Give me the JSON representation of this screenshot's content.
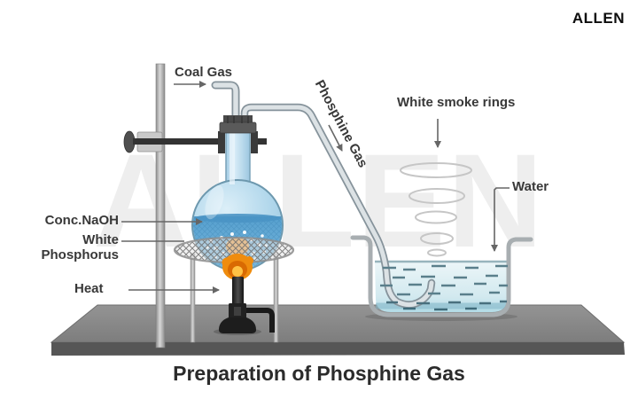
{
  "brand": {
    "logo_text": "ALLEN",
    "watermark_text": "ALLEN"
  },
  "diagram": {
    "title": "Preparation of Phosphine Gas",
    "labels": {
      "coal_gas": "Coal Gas",
      "phosphine_gas": "Phosphine Gas",
      "white_smoke_rings": "White smoke rings",
      "water": "Water",
      "conc_naoh": "Conc.NaOH",
      "white_phosphorus_line1": "White",
      "white_phosphorus_line2": "Phosphorus",
      "heat": "Heat"
    },
    "colors": {
      "liquid_blue": "#5ea8d4",
      "flask_tint": "#aed4ea",
      "flame_orange": "#ef8c0e",
      "table_gray": "#868686",
      "water_fill": "#cde8ef",
      "watermark_gray": "#eeeeee",
      "label_text": "#383838"
    }
  }
}
